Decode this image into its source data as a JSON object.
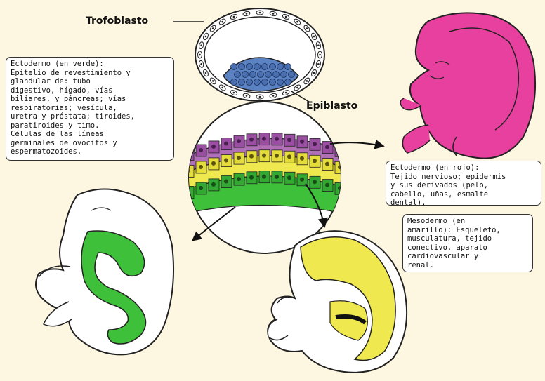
{
  "labels": {
    "trofoblasto": "Trofoblasto",
    "epiblasto": "Epiblasto"
  },
  "notes": {
    "ectodermo_verde": "Ectodermo (en verde):\nEpitelio de revestimiento y\nglandular de: tubo\ndigestivo, hígado, vías\nbiliares, y páncreas; vías\nrespiratorias; vesícula,\nuretra y próstata; tiroides,\nparatiroides y timo.\nCélulas de las líneas\ngerminales de ovocitos y\nespermatozoides.",
    "ectodermo_rojo": "Ectodermo (en rojo):\nTejido nervioso; epidermis\ny sus derivados (pelo,\ncabello, uñas, esmalte\ndental).",
    "mesodermo_amarillo": "Mesodermo (en\namarillo): Esqueleto,\nmusculatura, tejido\nconectivo, aparato\ncardiovascular y\nrenal."
  },
  "colors": {
    "background": "#fdf6e0",
    "ectoderm_pink": "#e8409e",
    "ectoderm_purple": "#b06fb6",
    "mesoderm_yellow": "#efe84e",
    "endoderm_green": "#3fc03b",
    "epiblast_blue": "#5b83c4"
  }
}
